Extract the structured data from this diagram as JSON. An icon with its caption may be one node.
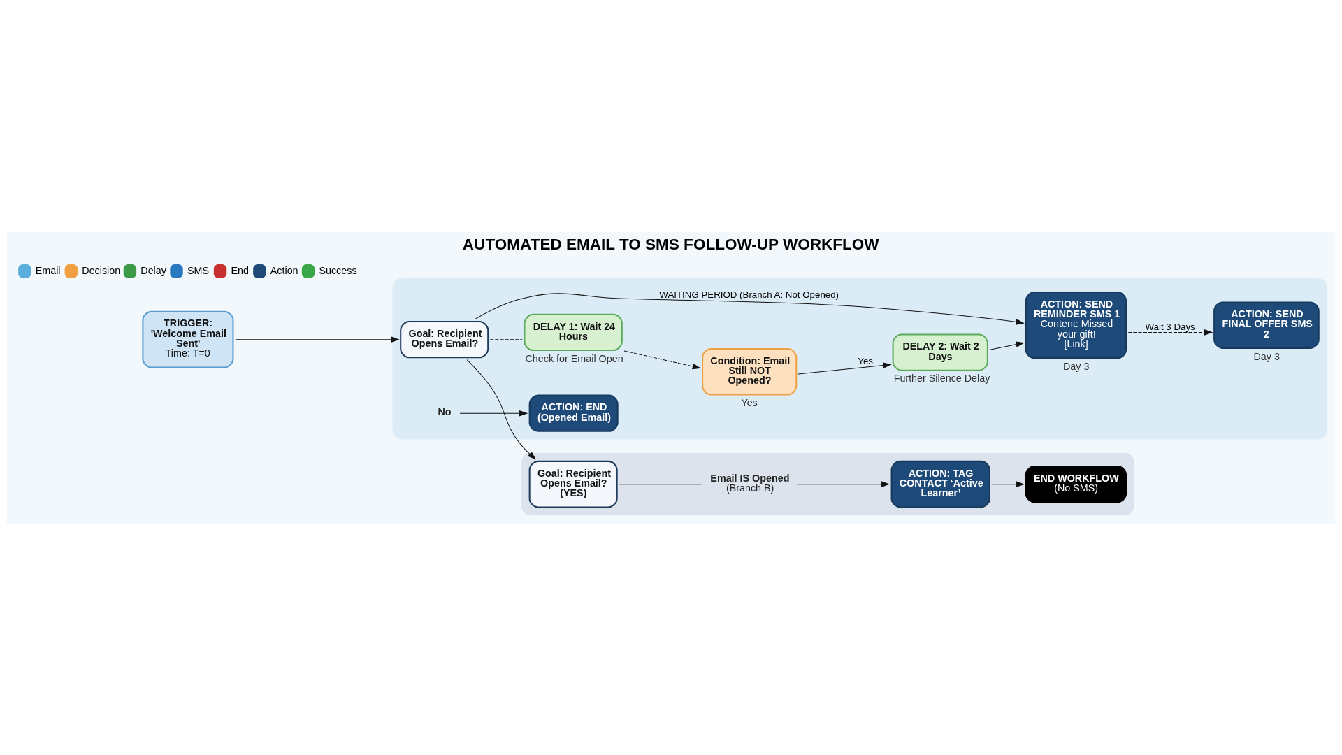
{
  "diagram": {
    "title": "AUTOMATED EMAIL TO SMS FOLLOW-UP WORKFLOW",
    "nodes": [
      {
        "text": [
          "TRIGGER: 'Welcome Email Sent'",
          "Time: T=0"
        ]
      },
      {
        "text": [],
        "shape": "box"
      },
      {
        "text": [
          "Goal: Recipient Opens Email?"
        ],
        "in": 1
      },
      {
        "text": [
          "DELAY 1: Wait 24 Hours"
        ],
        "beside": [
          "Check for Email Open"
        ],
        "in": 1
      },
      {
        "text": [
          "Condition: Email Still NOT Opened?"
        ],
        "beside": [
          "Yes"
        ],
        "in": 1
      },
      {
        "text": [
          "No"
        ],
        "in": 1
      },
      {
        "text": [
          "DELAY 2: Wait 2 Days"
        ],
        "beside": [
          "Further Silence Delay"
        ],
        "in": 1
      },
      {
        "text": [
          "ACTION: SEND REMINDER SMS 1",
          "Content: Missed your gift! [Link]"
        ],
        "beside": [
          "Day 3"
        ],
        "in": 1
      },
      {
        "text": [
          "ACTION: SEND FINAL OFFER SMS 2"
        ],
        "beside": [
          "Day 3"
        ],
        "in": 1
      },
      {
        "text": [
          "ACTION: END (Opened Email)"
        ],
        "in": 1
      },
      {
        "text": [],
        "shape": "box"
      },
      {
        "text": [
          "Goal: Recipient Opens Email? (YES)"
        ],
        "in": 10
      },
      {
        "text": [
          "Email IS Opened",
          "(Branch B)"
        ],
        "in": 10
      },
      {
        "text": [
          "ACTION: TAG CONTACT ‘Active Learner’"
        ],
        "in": 10
      },
      {
        "text": [
          "END WORKFLOW",
          "(No SMS)"
        ],
        "in": 10
      }
    ],
    "edges": [
      {
        "from": 0,
        "to": 2,
        "arrow": "to"
      },
      {
        "from": 2,
        "to": 3,
        "arrow": "none",
        "style": "dashed"
      },
      {
        "from": 3,
        "to": 4,
        "arrow": "to",
        "style": "dashed"
      },
      {
        "from": 2,
        "to": 7,
        "arrow": "to",
        "label": "WAITING PERIOD (Branch A: Not Opened)"
      },
      {
        "from": 4,
        "to": 6,
        "arrow": "to",
        "label": "Yes"
      },
      {
        "from": 6,
        "to": 7,
        "arrow": "to"
      },
      {
        "from": 7,
        "to": 8,
        "arrow": "to",
        "style": "dashed",
        "label": "Wait 3 Days"
      },
      {
        "from": 5,
        "to": 9,
        "arrow": "to"
      },
      {
        "from": 2,
        "to": 11,
        "arrow": "to"
      },
      {
        "from": 11,
        "to": 12,
        "arrow": "none"
      },
      {
        "from": 12,
        "to": 13,
        "arrow": "to"
      },
      {
        "from": 13,
        "to": 14,
        "arrow": "to"
      }
    ],
    "legend": [
      {
        "text": "Email",
        "color": "#5aaedc"
      },
      {
        "text": "Decision",
        "color": "#f0a040"
      },
      {
        "text": "Delay",
        "color": "#3a9a48"
      },
      {
        "text": "SMS",
        "color": "#2a78c0"
      },
      {
        "text": "End",
        "color": "#c83030"
      },
      {
        "text": "Action",
        "color": "#1d4a78"
      },
      {
        "text": "Success",
        "color": "#3aa848"
      }
    ]
  }
}
